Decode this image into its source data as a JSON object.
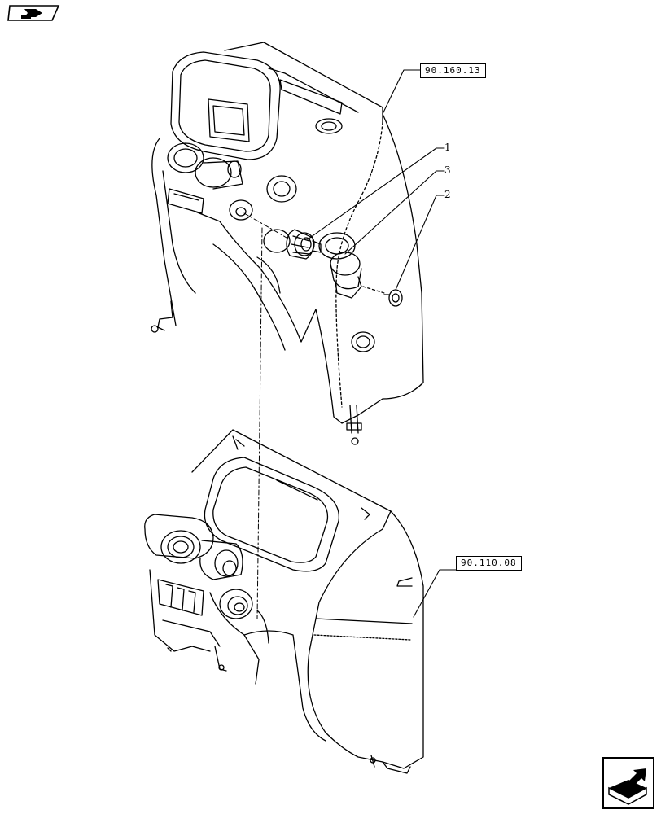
{
  "references": {
    "top_assembly": "90.160.13",
    "bottom_assembly": "90.110.08"
  },
  "callouts": {
    "item_1": "1",
    "item_2": "2",
    "item_3": "3"
  },
  "icons": {
    "top_left": "book-return-icon",
    "bottom_right": "next-page-arrow-icon"
  }
}
